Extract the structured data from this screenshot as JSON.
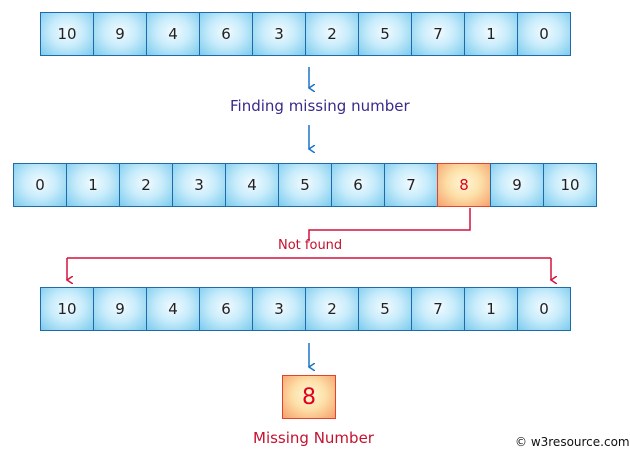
{
  "input_array": [
    "10",
    "9",
    "4",
    "6",
    "3",
    "2",
    "5",
    "7",
    "1",
    "0"
  ],
  "range_array": [
    "0",
    "1",
    "2",
    "3",
    "4",
    "5",
    "6",
    "7",
    "8",
    "9",
    "10"
  ],
  "highlighted_value": "8",
  "step_label": "Finding missing number",
  "not_found_label": "Not found",
  "missing_label": "Missing Number",
  "missing_value": "8",
  "credit": "© w3resource.com",
  "colors": {
    "cell_border": "#1f6aa8",
    "blue_arrow": "#1a73c8",
    "red_connector": "#d4143c",
    "highlight_text": "#e0001a",
    "step_text": "#3b2a8a"
  }
}
